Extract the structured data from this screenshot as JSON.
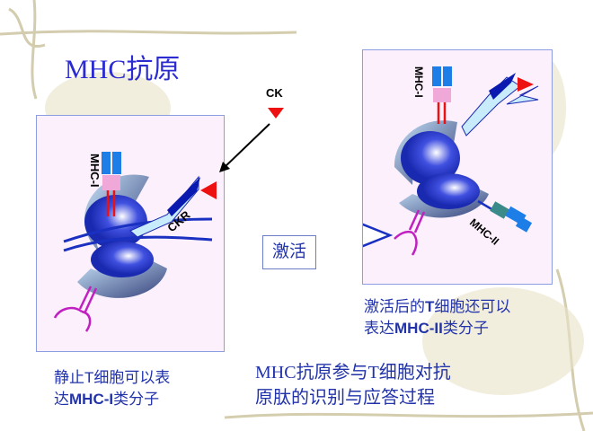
{
  "title": "MHC抗原",
  "left_panel": {
    "mhc1_label": "MHC-I",
    "ckr_label": "CKR"
  },
  "ck_label": "CK",
  "activate_label": "激活",
  "right_panel": {
    "mhc1_label": "MHC-I",
    "mhc2_label": "MHC-II"
  },
  "left_caption": {
    "line1": "静止T细胞可以表",
    "line2_pre": "达",
    "line2_bold": "MHC-I",
    "line2_post": "类分子"
  },
  "right_caption": {
    "line1_pre": "激活后的",
    "line1_bold": "T",
    "line1_post": "细胞还可以",
    "line2_pre": "表达",
    "line2_bold": "MHC-II",
    "line2_post": "类分子"
  },
  "center_caption": {
    "line1": "MHC抗原参与T细胞对抗",
    "line2": "原肽的识别与应答过程"
  },
  "colors": {
    "text_blue": "#2233aa",
    "panel_bg": "#fcf0fc",
    "antigen_red": "#ee1111"
  }
}
